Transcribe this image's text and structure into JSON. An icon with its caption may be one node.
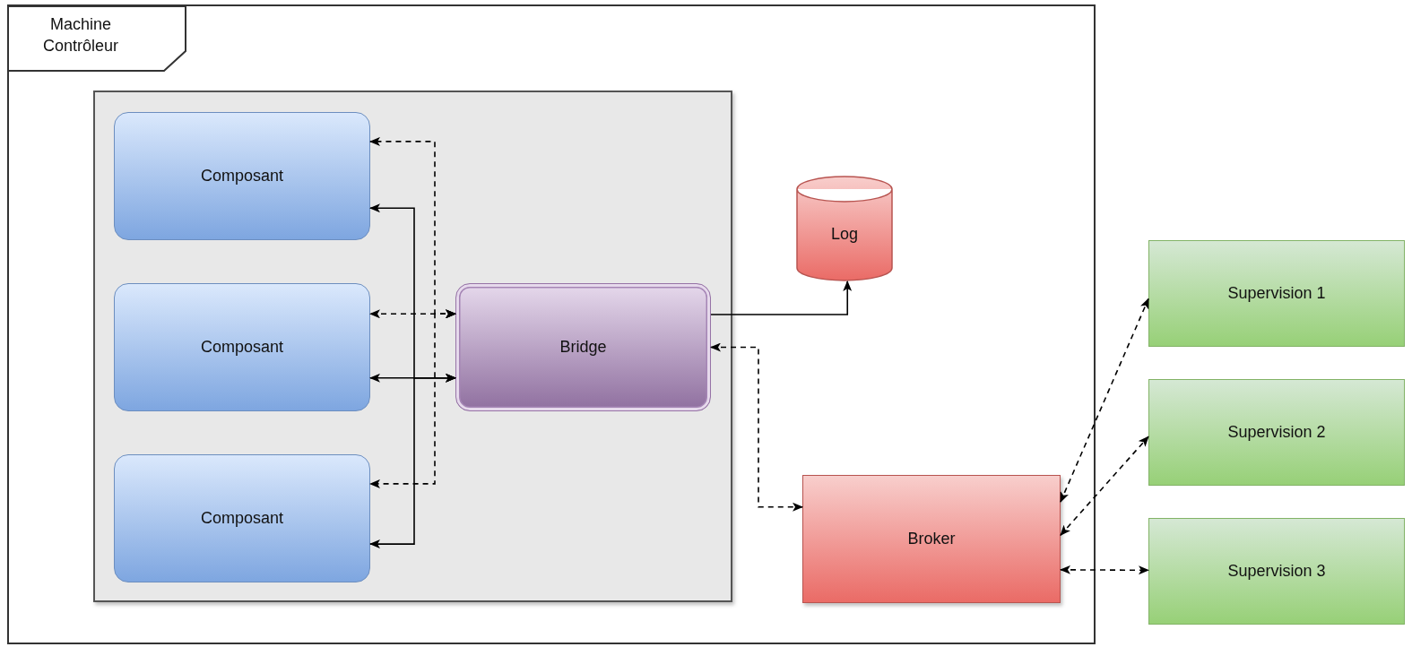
{
  "diagram": {
    "nodes": [
      {
        "text": [
          "Machine Contrôleur"
        ]
      },
      {
        "text": [],
        "shape": "box",
        "in": 0
      },
      {
        "text": [
          "Composant"
        ],
        "in": 1
      },
      {
        "text": [
          "Composant"
        ],
        "in": 1
      },
      {
        "text": [
          "Composant"
        ],
        "in": 1
      },
      {
        "text": [
          "Bridge"
        ],
        "in": 1
      },
      {
        "text": [
          "Log"
        ],
        "in": 0
      },
      {
        "text": [
          "Broker"
        ],
        "in": 0
      },
      {
        "text": [
          "Supervision 1"
        ]
      },
      {
        "text": [
          "Supervision 2"
        ]
      },
      {
        "text": [
          "Supervision 3"
        ]
      }
    ],
    "edges": [
      {
        "from": 5,
        "to": 2,
        "arrow": "both",
        "style": "dashed"
      },
      {
        "from": 5,
        "to": 3,
        "arrow": "both",
        "style": "dashed"
      },
      {
        "from": 5,
        "to": 4,
        "arrow": "both",
        "style": "dashed"
      },
      {
        "from": 5,
        "to": 2,
        "arrow": "both"
      },
      {
        "from": 5,
        "to": 3,
        "arrow": "both"
      },
      {
        "from": 5,
        "to": 4,
        "arrow": "both"
      },
      {
        "from": 5,
        "to": 6,
        "arrow": "to"
      },
      {
        "from": 5,
        "to": 7,
        "arrow": "both",
        "style": "dashed"
      },
      {
        "from": 7,
        "to": 8,
        "arrow": "both",
        "style": "dashed"
      },
      {
        "from": 7,
        "to": 9,
        "arrow": "both",
        "style": "dashed"
      },
      {
        "from": 7,
        "to": 10,
        "arrow": "both",
        "style": "dashed"
      }
    ]
  }
}
